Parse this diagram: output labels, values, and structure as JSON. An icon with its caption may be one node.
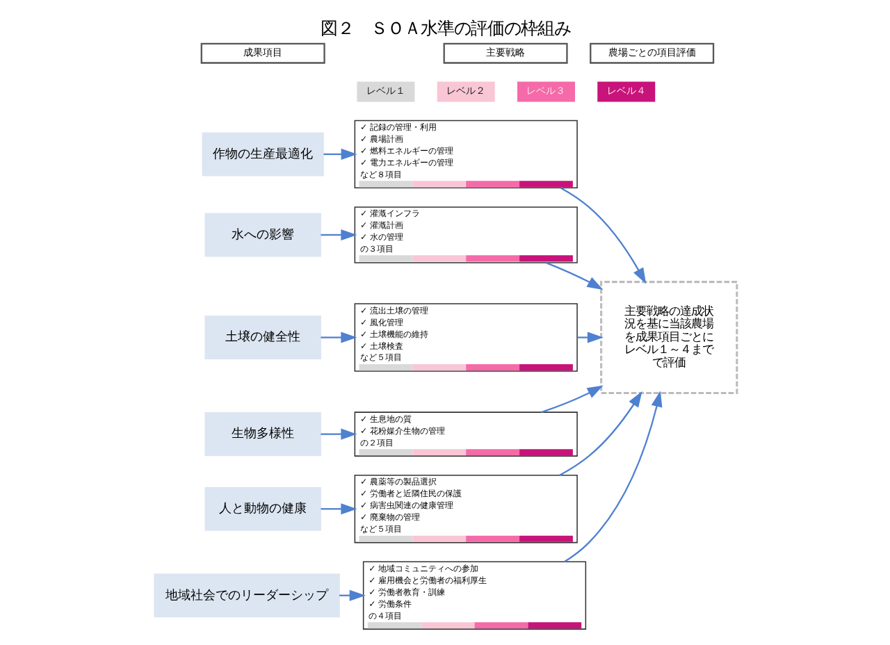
{
  "diagram": {
    "title": "図２　ＳＯＡ水準の評価の枠組み",
    "nodes": [
      {
        "text": [
          "成果項目"
        ]
      },
      {
        "text": [
          "主要戦略"
        ]
      },
      {
        "text": [
          "農場ごとの項目評価"
        ]
      },
      {
        "text": [
          "レベル１"
        ]
      },
      {
        "text": [
          "レベル２"
        ]
      },
      {
        "text": [
          "レベル３"
        ]
      },
      {
        "text": [
          "レベル４"
        ]
      },
      {
        "text": [
          "作物の生産最適化"
        ]
      },
      {
        "text": [
          "✓ 記録の管理・利用",
          "✓ 農場計画",
          "✓ 燃料エネルギーの管理",
          "✓ 電力エネルギーの管理",
          "など８項目"
        ]
      },
      {
        "text": [
          "水への影響"
        ]
      },
      {
        "text": [
          "✓ 灌漑インフラ",
          "✓ 灌漑計画",
          "✓ 水の管理",
          "の３項目"
        ]
      },
      {
        "text": [
          "土壌の健全性"
        ]
      },
      {
        "text": [
          "✓ 流出土壌の管理",
          "✓ 風化管理",
          "✓ 土壌機能の維持",
          "✓ 土壌検査",
          "など５項目"
        ]
      },
      {
        "text": [
          "生物多様性"
        ]
      },
      {
        "text": [
          "✓ 生息地の質",
          "✓ 花粉媒介生物の管理",
          "の２項目"
        ]
      },
      {
        "text": [
          "人と動物の健康"
        ]
      },
      {
        "text": [
          "✓ 農薬等の製品選択",
          "✓ 労働者と近隣住民の保護",
          "✓ 病害虫関連の健康管理",
          "✓ 廃棄物の管理",
          "など５項目"
        ]
      },
      {
        "text": [
          "地域社会でのリーダーシップ"
        ]
      },
      {
        "text": [
          "✓ 地域コミュニティへの参加",
          "✓ 雇用機会と労働者の福利厚生",
          "✓ 労働者教育・訓練",
          "✓ 労働条件",
          "の４項目"
        ]
      },
      {
        "text": [
          "主要戦略の達成状況を基に当該農場を成果項目ごとにレベル１～４までで評価"
        ]
      }
    ],
    "edges": [
      {
        "from": 7,
        "to": 8,
        "arrow": "to"
      },
      {
        "from": 9,
        "to": 10,
        "arrow": "to"
      },
      {
        "from": 11,
        "to": 12,
        "arrow": "to"
      },
      {
        "from": 13,
        "to": 14,
        "arrow": "to"
      },
      {
        "from": 15,
        "to": 16,
        "arrow": "to"
      },
      {
        "from": 17,
        "to": 18,
        "arrow": "to"
      },
      {
        "from": 8,
        "to": 19,
        "arrow": "to"
      },
      {
        "from": 10,
        "to": 19,
        "arrow": "to"
      },
      {
        "from": 12,
        "to": 19,
        "arrow": "to"
      },
      {
        "from": 14,
        "to": 19,
        "arrow": "to"
      },
      {
        "from": 16,
        "to": 19,
        "arrow": "to"
      },
      {
        "from": 18,
        "to": 19,
        "arrow": "to"
      }
    ]
  }
}
